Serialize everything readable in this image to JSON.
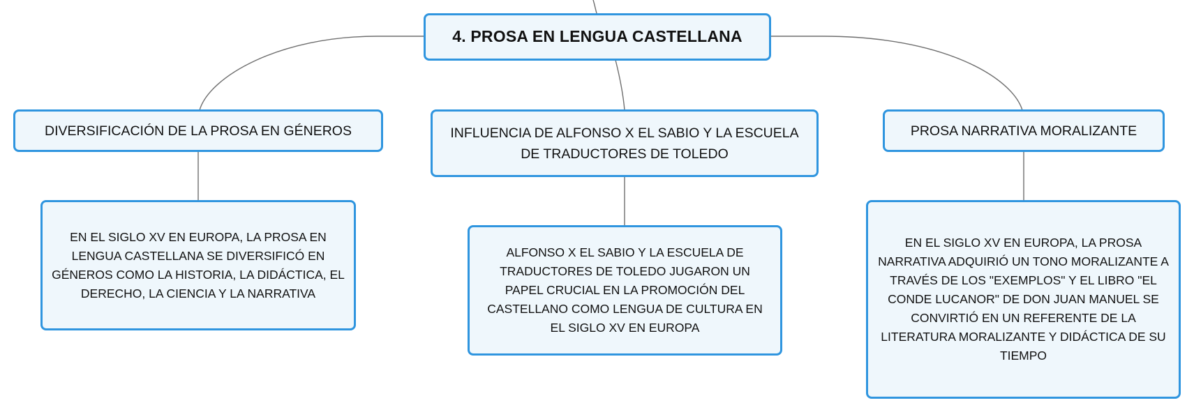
{
  "colors": {
    "node_border": "#2f95df",
    "node_fill": "#eff7fc",
    "connector": "#6e6e6e",
    "text": "#111111"
  },
  "root": {
    "label": "4. PROSA EN LENGUA CASTELLANA"
  },
  "topics": [
    {
      "label": "DIVERSIFICACIÓN DE LA PROSA EN GÉNEROS",
      "detail": "EN EL SIGLO XV EN EUROPA, LA PROSA EN LENGUA CASTELLANA SE DIVERSIFICÓ EN GÉNEROS COMO LA HISTORIA, LA DIDÁCTICA, EL DERECHO, LA CIENCIA Y LA NARRATIVA"
    },
    {
      "label": "INFLUENCIA DE ALFONSO X EL SABIO Y LA ESCUELA DE TRADUCTORES DE TOLEDO",
      "detail": "ALFONSO X EL SABIO Y LA ESCUELA DE TRADUCTORES DE TOLEDO JUGARON UN PAPEL CRUCIAL EN LA PROMOCIÓN DEL CASTELLANO COMO LENGUA DE CULTURA EN EL SIGLO XV EN EUROPA"
    },
    {
      "label": "PROSA NARRATIVA MORALIZANTE",
      "detail": "EN EL SIGLO XV EN EUROPA, LA PROSA NARRATIVA ADQUIRIÓ UN TONO MORALIZANTE A TRAVÉS DE LOS \"EXEMPLOS\" Y EL LIBRO \"EL CONDE LUCANOR\" DE DON JUAN MANUEL SE CONVIRTIÓ EN UN REFERENTE DE LA LITERATURA MORALIZANTE Y DIDÁCTICA DE SU TIEMPO"
    }
  ]
}
